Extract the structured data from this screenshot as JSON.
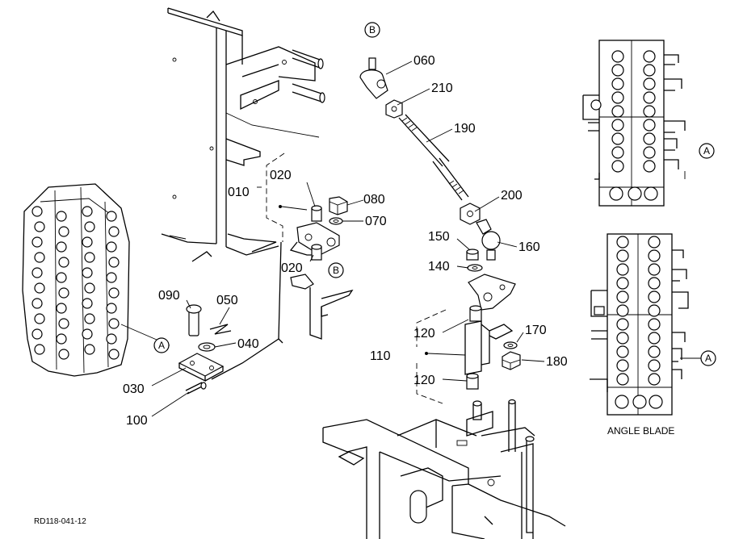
{
  "parts": [
    {
      "id": "p060",
      "number": "060"
    },
    {
      "id": "p210",
      "number": "210"
    },
    {
      "id": "p190",
      "number": "190"
    },
    {
      "id": "p200",
      "number": "200"
    },
    {
      "id": "p150",
      "number": "150"
    },
    {
      "id": "p160",
      "number": "160"
    },
    {
      "id": "p140",
      "number": "140"
    },
    {
      "id": "p020a",
      "number": "020"
    },
    {
      "id": "p080",
      "number": "080"
    },
    {
      "id": "p010",
      "number": "010"
    },
    {
      "id": "p070",
      "number": "070"
    },
    {
      "id": "p020b",
      "number": "020"
    },
    {
      "id": "p090",
      "number": "090"
    },
    {
      "id": "p050",
      "number": "050"
    },
    {
      "id": "p040",
      "number": "040"
    },
    {
      "id": "p030",
      "number": "030"
    },
    {
      "id": "p100",
      "number": "100"
    },
    {
      "id": "p120a",
      "number": "120"
    },
    {
      "id": "p110",
      "number": "110"
    },
    {
      "id": "p170",
      "number": "170"
    },
    {
      "id": "p180",
      "number": "180"
    },
    {
      "id": "p120b",
      "number": "120"
    }
  ],
  "references": {
    "b_top": "B",
    "b_lever": "B",
    "a_valve": "A",
    "a_top_schematic": "A",
    "a_bottom_schematic": "A"
  },
  "schematic_caption": "ANGLE BLADE",
  "drawing_code": "RD118-041-12"
}
